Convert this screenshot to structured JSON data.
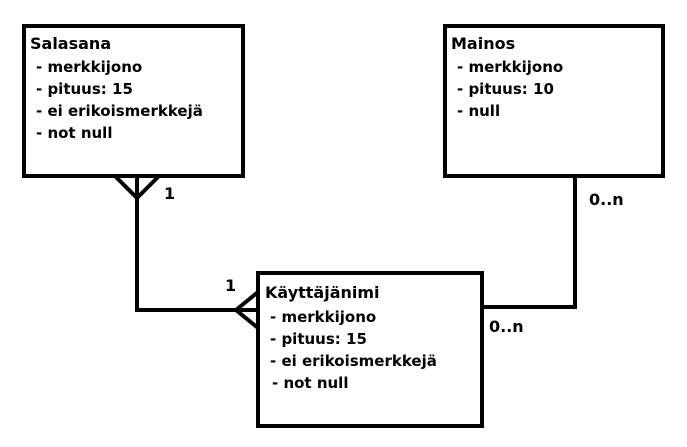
{
  "entities": {
    "salasana": {
      "name": "Salasana",
      "attributes": [
        "- merkkijono",
        "- pituus: 15",
        "- ei erikoismerkkejä",
        "- not null"
      ]
    },
    "mainos": {
      "name": "Mainos",
      "attributes": [
        "- merkkijono",
        "- pituus: 10",
        "- null"
      ]
    },
    "kayttajanimi": {
      "name": "Käyttäjänimi",
      "attributes": [
        "- merkkijono",
        "- pituus: 15",
        "- ei erikoismerkkejä",
        "- not null"
      ]
    }
  },
  "relations": {
    "salasana_kayttajanimi": {
      "salasana_end": "1",
      "kayttajanimi_end": "1"
    },
    "mainos_kayttajanimi": {
      "mainos_end": "0..n",
      "kayttajanimi_end": "0..n"
    }
  }
}
